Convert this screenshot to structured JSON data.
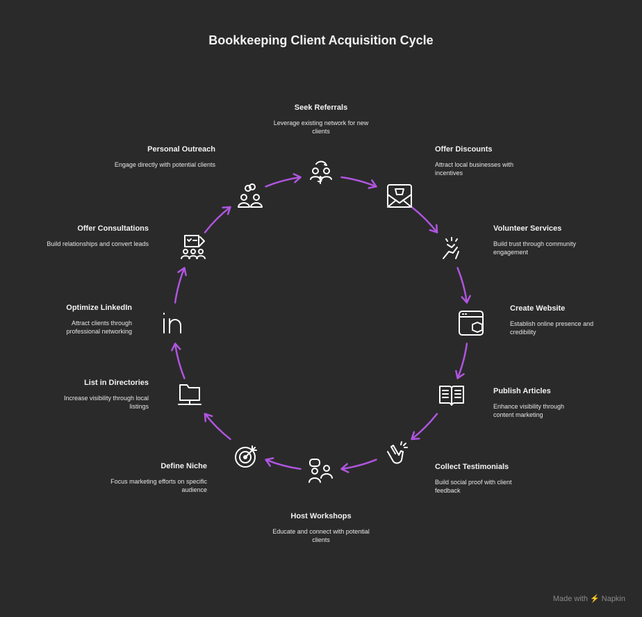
{
  "title": "Bookkeeping Client Acquisition Cycle",
  "accent": "#b055e0",
  "steps": [
    {
      "title": "Seek Referrals",
      "desc": "Leverage existing network for new clients",
      "icon": "referral-exchange-icon"
    },
    {
      "title": "Offer Discounts",
      "desc": "Attract local businesses with incentives",
      "icon": "envelope-cart-icon"
    },
    {
      "title": "Volunteer Services",
      "desc": "Build trust through community engagement",
      "icon": "helping-hands-icon"
    },
    {
      "title": "Create Website",
      "desc": "Establish online presence and credibility",
      "icon": "browser-box-icon"
    },
    {
      "title": "Publish Articles",
      "desc": "Enhance visibility through content marketing",
      "icon": "open-book-icon"
    },
    {
      "title": "Collect Testimonials",
      "desc": "Build social proof with client feedback",
      "icon": "clapping-hands-icon"
    },
    {
      "title": "Host Workshops",
      "desc": "Educate and connect with potential clients",
      "icon": "people-chat-icon"
    },
    {
      "title": "Define Niche",
      "desc": "Focus marketing efforts on specific audience",
      "icon": "target-icon"
    },
    {
      "title": "List in Directories",
      "desc": "Increase visibility through local listings",
      "icon": "folder-network-icon"
    },
    {
      "title": "Optimize LinkedIn",
      "desc": "Attract clients through professional networking",
      "icon": "linkedin-icon"
    },
    {
      "title": "Offer Consultations",
      "desc": "Build relationships and convert leads",
      "icon": "checklist-group-icon"
    },
    {
      "title": "Personal Outreach",
      "desc": "Engage directly with potential clients",
      "icon": "linked-people-icon"
    }
  ],
  "watermark": "Made with ⚡ Napkin"
}
